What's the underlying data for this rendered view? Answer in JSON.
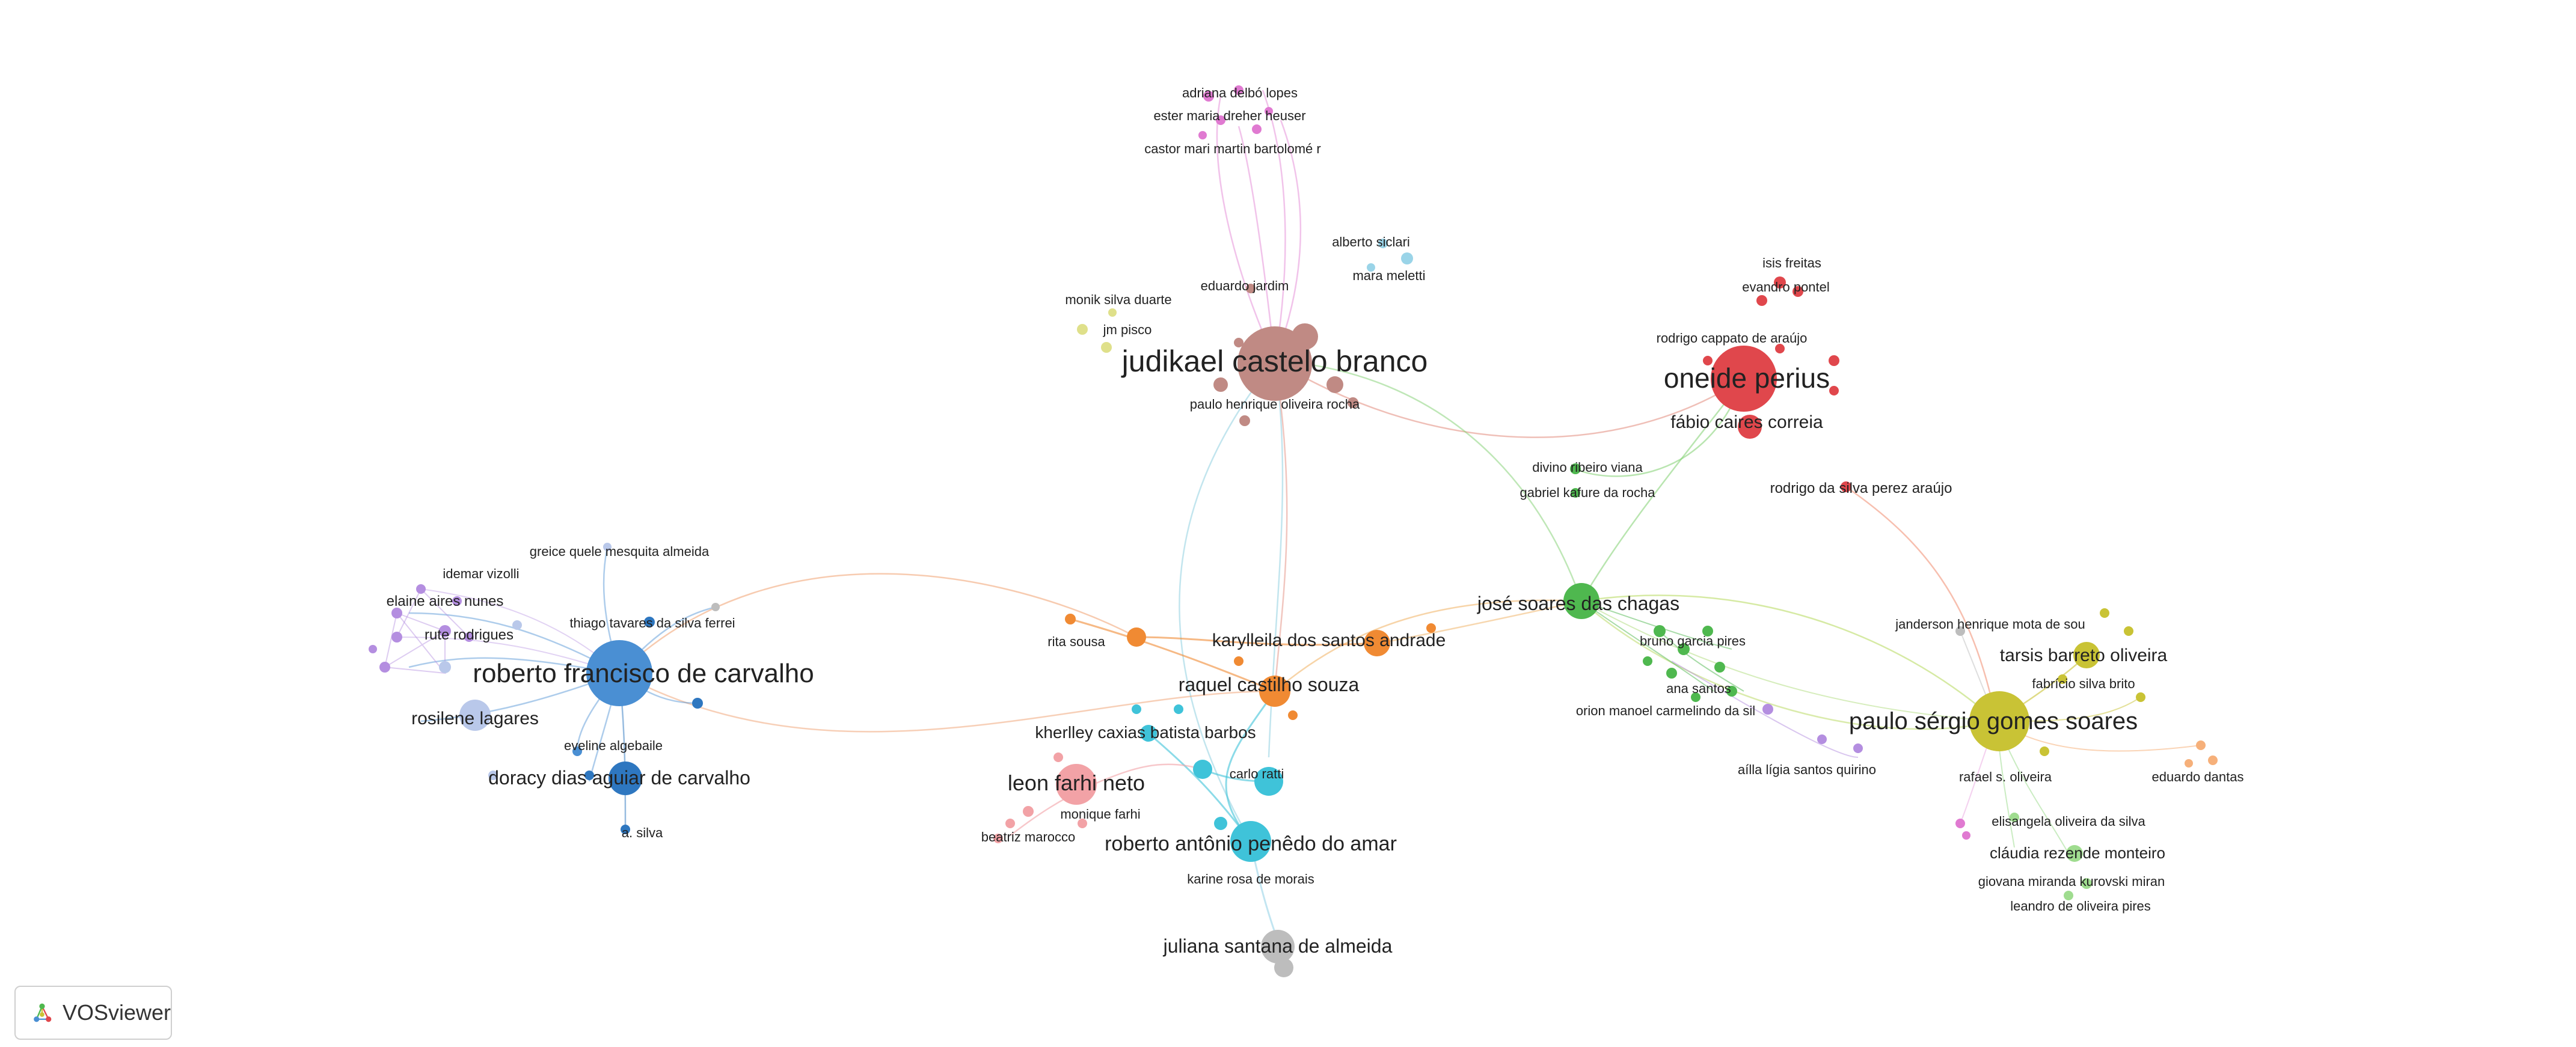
{
  "app": {
    "name": "VOSviewer"
  },
  "clusters": {
    "brown": {
      "color": "#c08a84"
    },
    "red": {
      "color": "#e0474c"
    },
    "blue": {
      "color": "#4a8fd3"
    },
    "lavender": {
      "color": "#b9c8ea"
    },
    "purple": {
      "color": "#b48ee0"
    },
    "green": {
      "color": "#4fb84f"
    },
    "yellow": {
      "color": "#c9c335"
    },
    "orange": {
      "color": "#f08a33"
    },
    "cyan": {
      "color": "#3fc3d9"
    },
    "pink": {
      "color": "#f2a2a6"
    },
    "magenta": {
      "color": "#e07ad1"
    },
    "lightcyan": {
      "color": "#9ad4e8"
    },
    "olive": {
      "color": "#dfe08a"
    },
    "gray": {
      "color": "#bdbdbd"
    },
    "peach": {
      "color": "#f6b07a"
    },
    "lightgreen": {
      "color": "#9fdc8f"
    },
    "darkblue": {
      "color": "#2e77c0"
    }
  },
  "labels": [
    {
      "id": "l1",
      "text": "judikael castelo branco"
    },
    {
      "id": "l2",
      "text": "oneide perius"
    },
    {
      "id": "l3",
      "text": "fábio caires correia"
    },
    {
      "id": "l4",
      "text": "roberto francisco de carvalho"
    },
    {
      "id": "l5",
      "text": "paulo sérgio gomes soares"
    },
    {
      "id": "l6",
      "text": "josé soares das chagas"
    },
    {
      "id": "l7",
      "text": "raquel castilho souza"
    },
    {
      "id": "l8",
      "text": "karylleila dos santos andrade"
    },
    {
      "id": "l9",
      "text": "leon farhi neto"
    },
    {
      "id": "l10",
      "text": "roberto antônio penêdo do amar"
    },
    {
      "id": "l11",
      "text": "juliana santana de almeida"
    },
    {
      "id": "l12",
      "text": "doracy dias aguiar de carvalho"
    },
    {
      "id": "l13",
      "text": "rosilene lagares"
    },
    {
      "id": "l14",
      "text": "tarsis barreto oliveira"
    },
    {
      "id": "l15",
      "text": "kherlley caxias batista barbos"
    },
    {
      "id": "l16",
      "text": "cláudia rezende monteiro"
    },
    {
      "id": "l17",
      "text": "adriana delbó lopes"
    },
    {
      "id": "l18",
      "text": "ester maria dreher heuser"
    },
    {
      "id": "l19",
      "text": "castor mari martin bartolomé r"
    },
    {
      "id": "l20",
      "text": "alberto siclari"
    },
    {
      "id": "l21",
      "text": "mara meletti"
    },
    {
      "id": "l22",
      "text": "eduardo jardim"
    },
    {
      "id": "l23",
      "text": "monik silva duarte"
    },
    {
      "id": "l24",
      "text": "jm pisco"
    },
    {
      "id": "l25",
      "text": "paulo henrique oliveira rocha"
    },
    {
      "id": "l26",
      "text": "isis freitas"
    },
    {
      "id": "l27",
      "text": "evandro pontel"
    },
    {
      "id": "l28",
      "text": "rodrigo cappato de araújo"
    },
    {
      "id": "l29",
      "text": "rodrigo da silva perez araújo"
    },
    {
      "id": "l30",
      "text": "divino ribeiro viana"
    },
    {
      "id": "l31",
      "text": "gabriel kafure da rocha"
    },
    {
      "id": "l32",
      "text": "greice quele mesquita almeida"
    },
    {
      "id": "l33",
      "text": "idemar vizolli"
    },
    {
      "id": "l34",
      "text": "elaine aires nunes"
    },
    {
      "id": "l35",
      "text": "rute rodrigues"
    },
    {
      "id": "l36",
      "text": "thiago tavares da silva ferrei"
    },
    {
      "id": "l37",
      "text": "eveline algebaile"
    },
    {
      "id": "l38",
      "text": "a. silva"
    },
    {
      "id": "l39",
      "text": "rita sousa"
    },
    {
      "id": "l40",
      "text": "carlo ratti"
    },
    {
      "id": "l41",
      "text": "monique farhi"
    },
    {
      "id": "l42",
      "text": "beatriz marocco"
    },
    {
      "id": "l43",
      "text": "karine rosa de morais"
    },
    {
      "id": "l44",
      "text": "bruno garcia pires"
    },
    {
      "id": "l45",
      "text": "ana santos"
    },
    {
      "id": "l46",
      "text": "orion manoel carmelindo da sil"
    },
    {
      "id": "l47",
      "text": "janderson henrique mota de sou"
    },
    {
      "id": "l48",
      "text": "fabrício silva brito"
    },
    {
      "id": "l49",
      "text": "aílla lígia santos quirino"
    },
    {
      "id": "l50",
      "text": "rafael s. oliveira"
    },
    {
      "id": "l51",
      "text": "eduardo dantas"
    },
    {
      "id": "l52",
      "text": "elisangela oliveira da silva"
    },
    {
      "id": "l53",
      "text": "giovana miranda kurovski miran"
    },
    {
      "id": "l54",
      "text": "leandro de oliveira pires"
    }
  ]
}
